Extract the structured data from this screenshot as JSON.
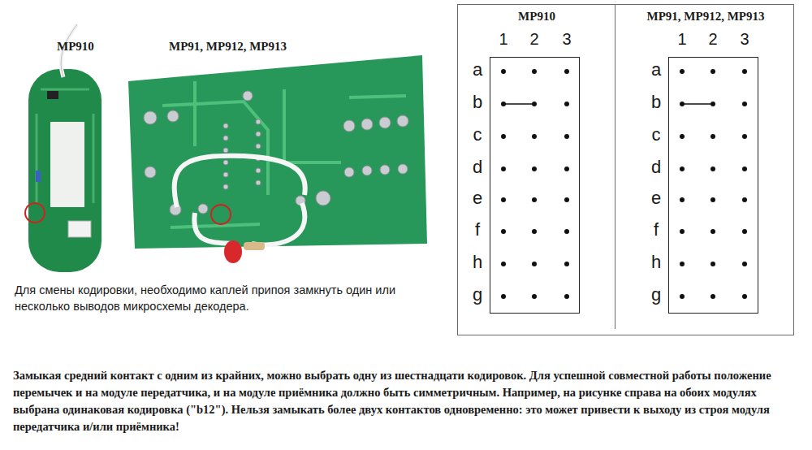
{
  "diagram": {
    "caption": "Замыкая средний контакт с одним из крайних, можно выбрать одну из шестнадцати кодировок. Для успешной совместной работы положение перемычек и на модуле передатчика, и на модуле приёмника должно быть симметричным. Например, на рисунке справа на обоих модулях выбрана одинаковая кодировка (\"b12\"). Нельзя замыкать более двух контактов одновременно: это может привести к выходу из строя модуля передатчика и/или приёмника!",
    "nodes": [
      {
        "text": [
          "MP910",
          "MP91, MP912, MP913"
        ]
      }
    ],
    "labels": [
      "MP910",
      "MP91, MP912, MP913",
      "Для смены кодировки, необходимо каплей припоя замкнуть один или несколько выводов микросхемы декодера.",
      "1",
      "2",
      "3",
      "a",
      "b",
      "c",
      "d",
      "e",
      "f",
      "h",
      "g",
      "1",
      "2",
      "3",
      "a",
      "b",
      "c",
      "d",
      "e",
      "f",
      "h",
      "g"
    ]
  }
}
